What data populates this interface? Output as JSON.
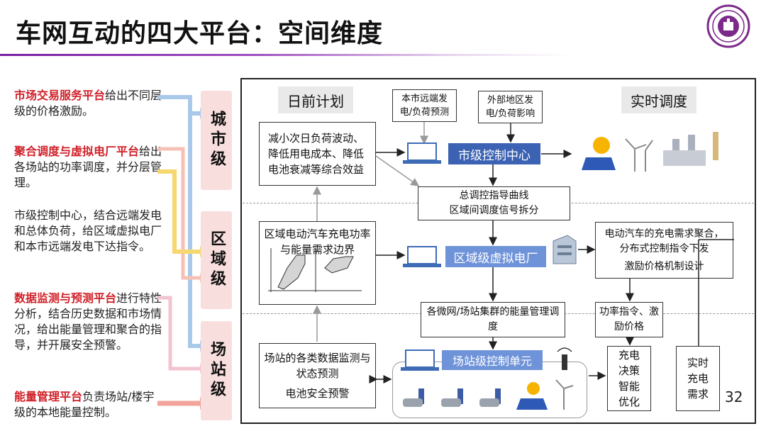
{
  "title": "车网互动的四大平台：空间维度",
  "page_number": "32",
  "left_panel": {
    "p1_hl": "市场交易服务平台",
    "p1_rest": "给出不同层级的价格激励。",
    "p2_hl": "聚合调度与虚拟电厂平台",
    "p2_rest": "给出各场站的功率调度，并分层管理。",
    "p3": "市级控制中心，结合远端发电和总体负荷，给区域虚拟电厂和本市远端发电下达指令。",
    "p4_hl": "数据监测与预测平台",
    "p4_rest": "进行特性分析，结合历史数据和市场情况，给出能量管理和聚合的指导，并开展安全预警。",
    "p5_hl": "能量管理平台",
    "p5_rest": "负责场站/楼宇级的本地能量控制。"
  },
  "levels": {
    "city": "城市级",
    "region": "区域级",
    "station": "场站级"
  },
  "diagram": {
    "header_day_ahead": "日前计划",
    "header_realtime": "实时调度",
    "local_forecast": "本市远端发电/负荷预测",
    "external_region": "外部地区发电/负荷影响",
    "day_ahead_goal": "减小次日负荷波动、降低用电成本、降低电池衰减等综合效益",
    "city_center": "市级控制中心",
    "dispatch_curve_1": "总调控指导曲线",
    "dispatch_curve_2": "区域间调度信号拆分",
    "region_boundary": "区域电动汽车充电功率与能量需求边界",
    "region_vpp": "区域级虚拟电厂",
    "ev_demand_1": "电动汽车的充电需求聚合，",
    "ev_demand_2": "分布式控制指令下发",
    "ev_demand_3": "激励价格机制设计",
    "microgrid_energy": "各微网/场站集群的能量管理调度",
    "power_cmd": "功率指令、激励价格",
    "station_monitor": "场站的各类数据监测与状态预测",
    "battery_warning": "电池安全预警",
    "station_unit": "场站级控制单元",
    "charge_optimize": "充电决策智能优化",
    "realtime_demand": "实时充电需求"
  },
  "colors": {
    "accent_red": "#d01f27",
    "title_purple": "#7a1fa2",
    "blue_tag": "#3b62b3",
    "level_pink": "#f9dede"
  }
}
